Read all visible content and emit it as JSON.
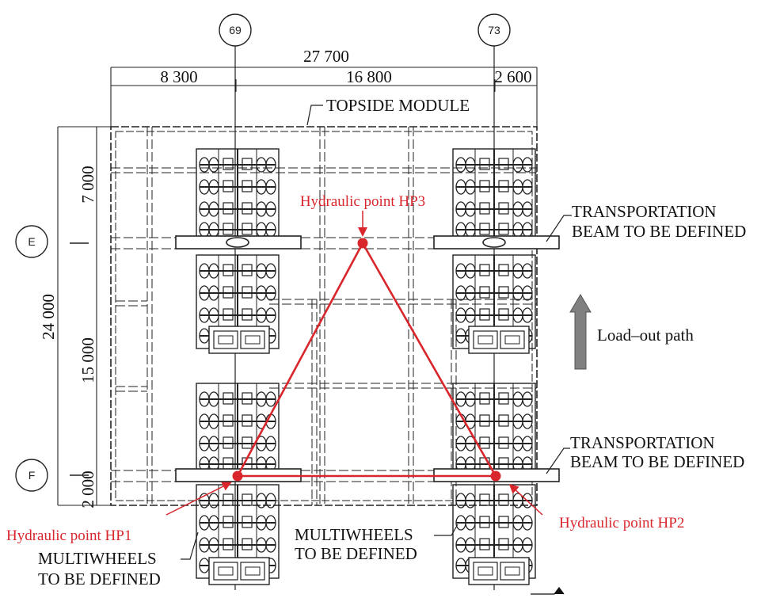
{
  "grid_markers": {
    "col_69": "69",
    "col_73": "73",
    "row_e": "E",
    "row_f": "F"
  },
  "dimensions": {
    "total_width": "27 700",
    "seg_1": "8 300",
    "seg_2": "16 800",
    "seg_3": "2 600",
    "total_height": "24 000",
    "v_seg_1": "7 000",
    "v_seg_2": "15 000",
    "v_seg_3": "2 000"
  },
  "labels": {
    "topside_module": "TOPSIDE MODULE",
    "beam_upper_line1": "TRANSPORTATION",
    "beam_upper_line2": "BEAM TO BE DEFINED",
    "beam_lower_line1": "TRANSPORTATION",
    "beam_lower_line2": "BEAM TO BE DEFINED",
    "multiwheels_left_line1": "MULTIWHEELS",
    "multiwheels_left_line2": "TO BE DEFINED",
    "multiwheels_mid_line1": "MULTIWHEELS",
    "multiwheels_mid_line2": "TO BE DEFINED",
    "load_out_path": "Load–out path"
  },
  "hydraulic_points": {
    "hp1": "Hydraulic point HP1",
    "hp2": "Hydraulic point HP2",
    "hp3": "Hydraulic point HP3"
  },
  "colors": {
    "hydraulic": "#d8262c",
    "drawing_lines": "#222222",
    "arrow": "#808080"
  }
}
